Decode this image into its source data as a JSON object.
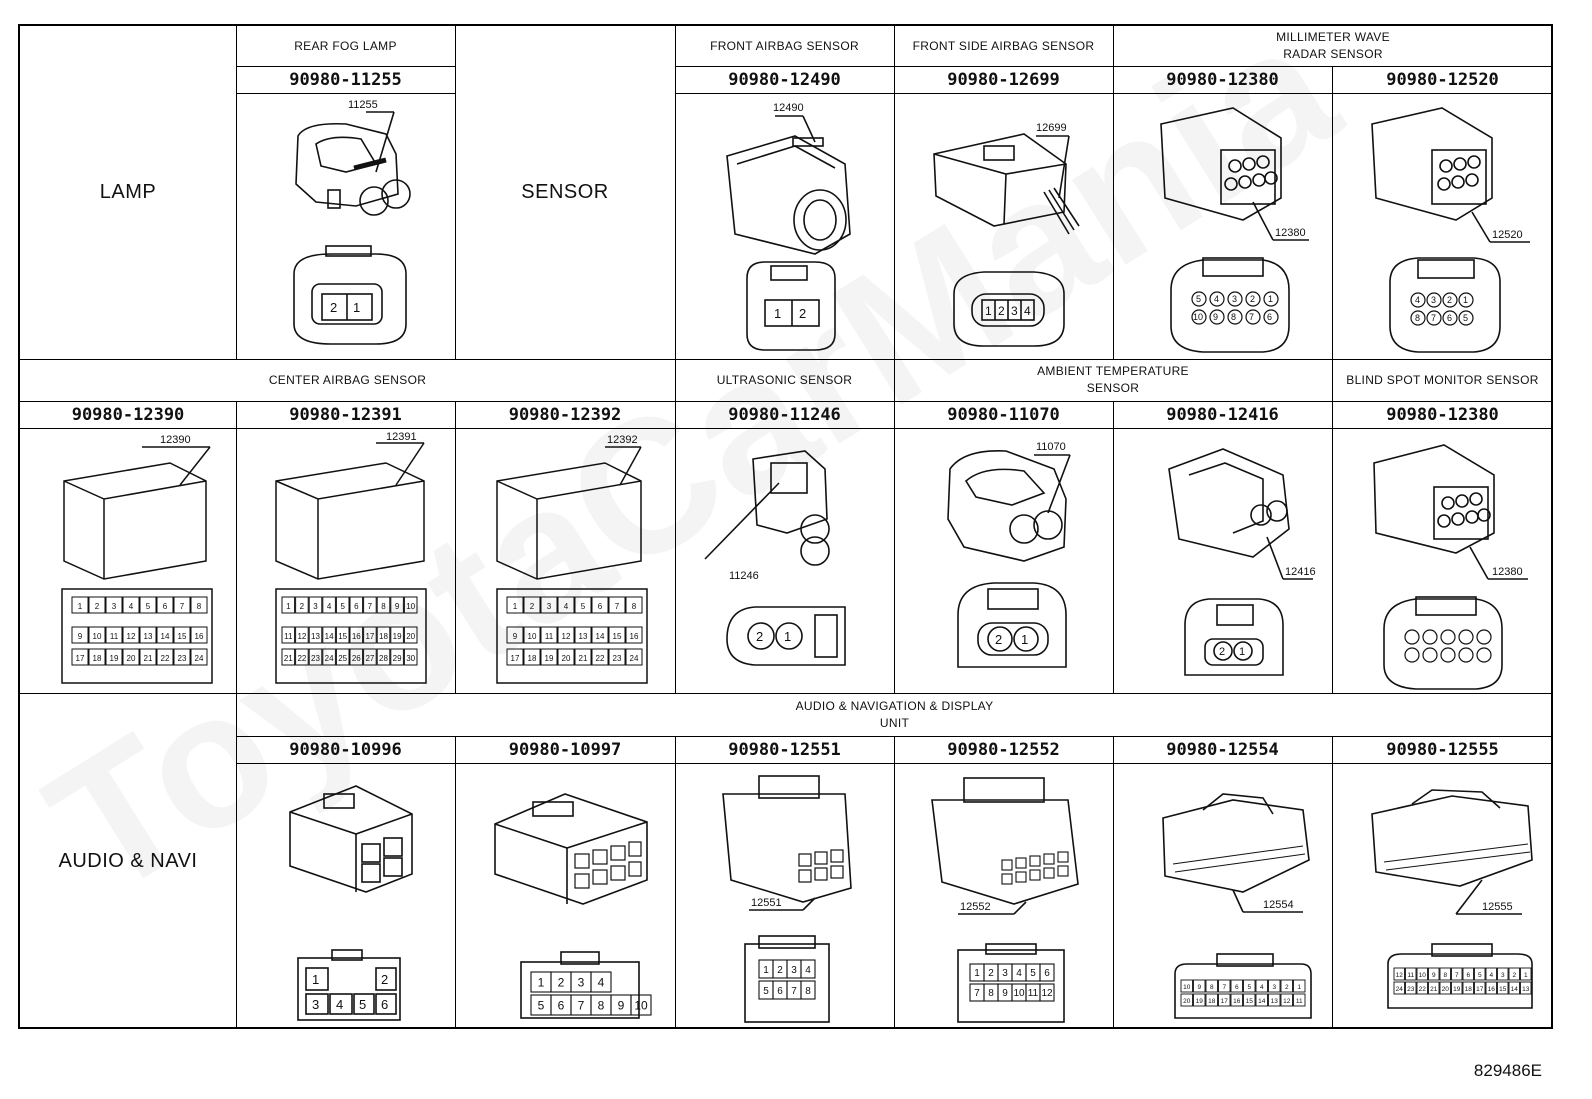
{
  "categories": {
    "lamp": "LAMP",
    "sensor": "SENSOR",
    "audio": "AUDIO & NAVI"
  },
  "row1": {
    "rear_fog": {
      "group": "REAR FOG LAMP",
      "part": "90980-11255",
      "label": "11255",
      "pins": [
        "2",
        "1"
      ]
    },
    "front_airbag": {
      "group": "FRONT AIRBAG SENSOR",
      "part": "90980-12490",
      "label": "12490",
      "pins": [
        "1",
        "2"
      ]
    },
    "front_side_airbag": {
      "group": "FRONT SIDE AIRBAG SENSOR",
      "part": "90980-12699",
      "label": "12699",
      "pins": [
        "1",
        "2",
        "3",
        "4"
      ]
    },
    "mmwave_group": [
      "MILLIMETER WAVE",
      "RADAR SENSOR"
    ],
    "mmwave_a": {
      "part": "90980-12380",
      "label": "12380",
      "pins": [
        "5",
        "4",
        "3",
        "2",
        "1",
        "10",
        "9",
        "8",
        "7",
        "6"
      ]
    },
    "mmwave_b": {
      "part": "90980-12520",
      "label": "12520",
      "pins": [
        "4",
        "3",
        "2",
        "1",
        "8",
        "7",
        "6",
        "5"
      ]
    }
  },
  "row2": {
    "center_airbag_group": "CENTER AIRBAG SENSOR",
    "ca1": {
      "part": "90980-12390",
      "label": "12390",
      "rows": [
        [
          "1",
          "2",
          "3",
          "4",
          "5",
          "6",
          "7",
          "8"
        ],
        [
          "9",
          "10",
          "11",
          "12",
          "13",
          "14",
          "15",
          "16"
        ],
        [
          "17",
          "18",
          "19",
          "20",
          "21",
          "22",
          "23",
          "24"
        ]
      ]
    },
    "ca2": {
      "part": "90980-12391",
      "label": "12391",
      "rows": [
        [
          "1",
          "2",
          "3",
          "4",
          "5",
          "6",
          "7",
          "8",
          "9",
          "10"
        ],
        [
          "11",
          "12",
          "13",
          "14",
          "15",
          "16",
          "17",
          "18",
          "19",
          "20"
        ],
        [
          "21",
          "22",
          "23",
          "24",
          "25",
          "26",
          "27",
          "28",
          "29",
          "30"
        ]
      ]
    },
    "ca3": {
      "part": "90980-12392",
      "label": "12392",
      "rows": [
        [
          "1",
          "2",
          "3",
          "4",
          "5",
          "6",
          "7",
          "8"
        ],
        [
          "9",
          "10",
          "11",
          "12",
          "13",
          "14",
          "15",
          "16"
        ],
        [
          "17",
          "18",
          "19",
          "20",
          "21",
          "22",
          "23",
          "24"
        ]
      ]
    },
    "ultrasonic": {
      "group": "ULTRASONIC SENSOR",
      "part": "90980-11246",
      "label": "11246",
      "pins": [
        "2",
        "1"
      ]
    },
    "ambient_group": [
      "AMBIENT TEMPERATURE",
      "SENSOR"
    ],
    "ambient_a": {
      "part": "90980-11070",
      "label": "11070",
      "pins": [
        "2",
        "1"
      ]
    },
    "ambient_b": {
      "part": "90980-12416",
      "label": "12416",
      "pins": [
        "2",
        "1"
      ]
    },
    "blind_spot": {
      "group": "BLIND SPOT MONITOR SENSOR",
      "part": "90980-12380",
      "label": "12380"
    }
  },
  "row3": {
    "audio_group": [
      "AUDIO & NAVIGATION & DISPLAY",
      "UNIT"
    ],
    "a1": {
      "part": "90980-10996",
      "pins": [
        "1",
        "2",
        "3",
        "4",
        "5",
        "6"
      ]
    },
    "a2": {
      "part": "90980-10997",
      "pins": [
        "1",
        "2",
        "3",
        "4",
        "5",
        "6",
        "7",
        "8",
        "9",
        "10"
      ]
    },
    "a3": {
      "part": "90980-12551",
      "label": "12551",
      "pins": [
        "1",
        "2",
        "3",
        "4",
        "5",
        "6",
        "7",
        "8"
      ]
    },
    "a4": {
      "part": "90980-12552",
      "label": "12552",
      "pins": [
        "1",
        "2",
        "3",
        "4",
        "5",
        "6",
        "7",
        "8",
        "9",
        "10",
        "11",
        "12"
      ]
    },
    "a5": {
      "part": "90980-12554",
      "label": "12554",
      "rows": [
        [
          "10",
          "9",
          "8",
          "7",
          "6",
          "5",
          "4",
          "3",
          "2",
          "1"
        ],
        [
          "20",
          "19",
          "18",
          "17",
          "16",
          "15",
          "14",
          "13",
          "12",
          "11"
        ]
      ]
    },
    "a6": {
      "part": "90980-12555",
      "label": "12555",
      "rows": [
        [
          "12",
          "11",
          "10",
          "9",
          "8",
          "7",
          "6",
          "5",
          "4",
          "3",
          "2",
          "1"
        ],
        [
          "24",
          "23",
          "22",
          "21",
          "20",
          "19",
          "18",
          "17",
          "16",
          "15",
          "14",
          "13"
        ]
      ]
    }
  },
  "watermark": "ToyotaCarMania",
  "figure_code": "829486E"
}
